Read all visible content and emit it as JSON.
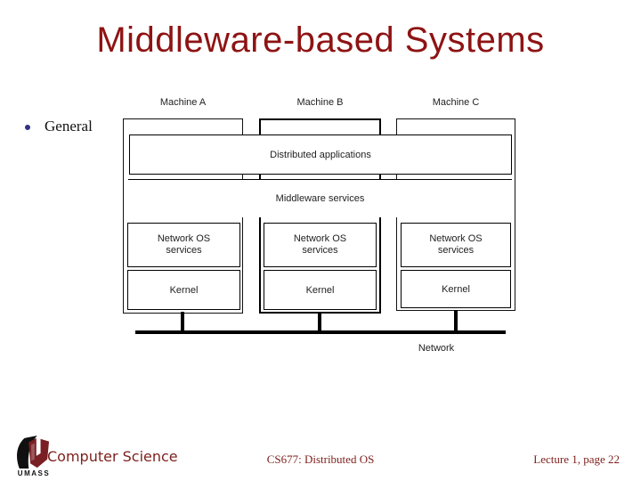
{
  "slide": {
    "title": "Middleware-based Systems",
    "bullet_label": "General"
  },
  "diagram": {
    "machines": [
      {
        "label": "Machine A",
        "nos_label": "Network OS services",
        "kernel_label": "Kernel"
      },
      {
        "label": "Machine B",
        "nos_label": "Network OS services",
        "kernel_label": "Kernel"
      },
      {
        "label": "Machine C",
        "nos_label": "Network OS services",
        "kernel_label": "Kernel"
      }
    ],
    "distributed_applications_label": "Distributed applications",
    "middleware_services_label": "Middleware services",
    "network_label": "Network"
  },
  "footer": {
    "logo_text": "UMASS",
    "department": "Computer Science",
    "course": "CS677: Distributed OS",
    "page": "Lecture 1, page 22"
  },
  "colors": {
    "title_red": "#8e1313",
    "footer_red": "#7d1f1b",
    "bullet_navy": "#32327f",
    "logo_maroon": "#7a1f24"
  }
}
